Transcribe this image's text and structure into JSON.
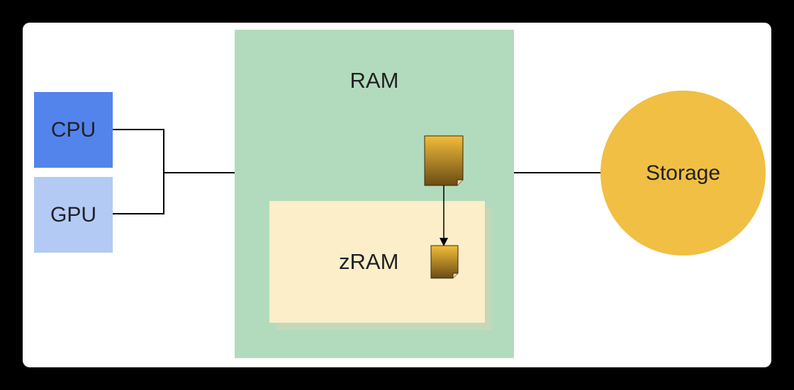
{
  "nodes": {
    "cpu": {
      "label": "CPU",
      "color": "#5384ec"
    },
    "gpu": {
      "label": "GPU",
      "color": "#b3cbf4"
    },
    "ram": {
      "label": "RAM",
      "color": "#b2dbbd"
    },
    "zram": {
      "label": "zRAM",
      "color": "#fbeec8"
    },
    "storage": {
      "label": "Storage",
      "color": "#f0bf43"
    }
  },
  "icons": {
    "memory_page": "document-page-icon",
    "compressed_page": "compressed-page-icon"
  }
}
